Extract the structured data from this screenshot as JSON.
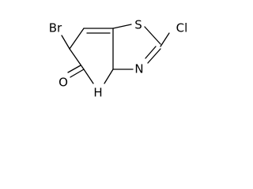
{
  "molecule": {
    "atoms": {
      "br": "Br",
      "cl": "Cl",
      "s": "S",
      "n_thiazole": "N",
      "o": "O",
      "nh": "H"
    }
  }
}
